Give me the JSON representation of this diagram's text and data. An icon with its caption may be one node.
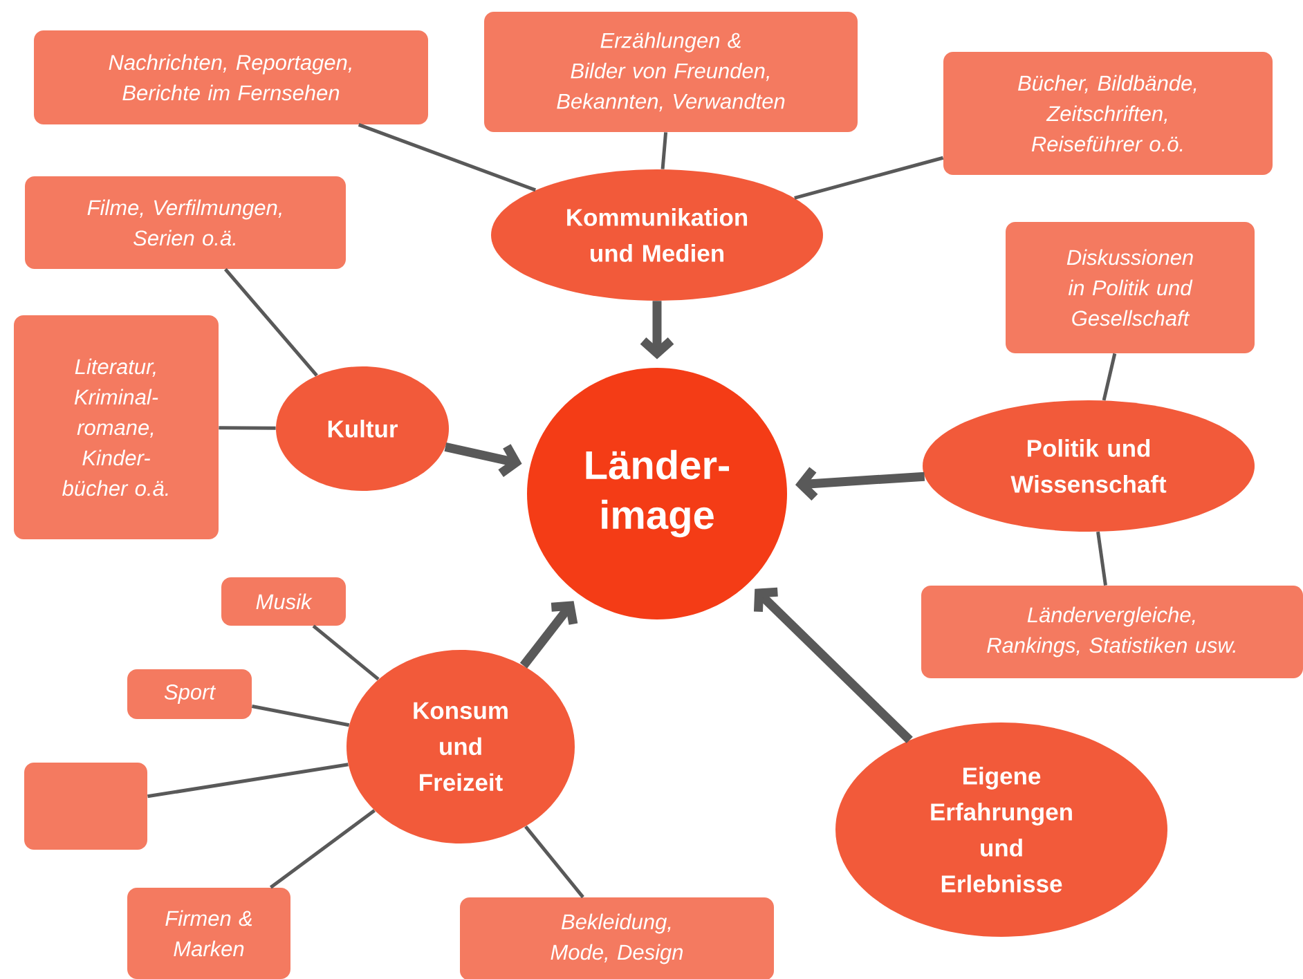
{
  "diagram": {
    "nodes": [
      {
        "text": [
          "Länder- image"
        ]
      },
      {
        "text": [
          "Kommunikation und Medien"
        ]
      },
      {
        "text": [
          "Kultur"
        ]
      },
      {
        "text": [
          "Politik und Wissenschaft"
        ]
      },
      {
        "text": [
          "Konsum und Freizeit"
        ]
      },
      {
        "text": [
          "Eigene Erfahrungen und Erlebnisse"
        ]
      },
      {
        "text": [
          "Nachrichten, Reportagen, Berichte im Fernsehen"
        ]
      },
      {
        "text": [
          "Erzählungen & Bilder von Freunden, Bekannten, Verwandten"
        ]
      },
      {
        "text": [
          "Bücher, Bildbände, Zeitschriften, Reiseführer o.ö."
        ]
      },
      {
        "text": [
          "Filme, Verfilmungen, Serien o.ä."
        ]
      },
      {
        "text": [
          "Literatur, Kriminal- romane, Kinder- bücher o.ä."
        ]
      },
      {
        "text": [
          "Diskussionen in Politik und Gesellschaft"
        ]
      },
      {
        "text": [
          "Ländervergleiche, Rankings, Statistiken usw."
        ]
      },
      {
        "text": [
          "Musik"
        ]
      },
      {
        "text": [
          "Sport"
        ]
      },
      {
        "text": [],
        "shape": "box"
      },
      {
        "text": [
          "Firmen & Marken"
        ]
      },
      {
        "text": [
          "Bekleidung, Mode, Design"
        ]
      }
    ],
    "edges": [
      {
        "from": 1,
        "to": 0,
        "arrow": "to",
        "style": "thick"
      },
      {
        "from": 2,
        "to": 0,
        "arrow": "to",
        "style": "thick"
      },
      {
        "from": 3,
        "to": 0,
        "arrow": "to",
        "style": "thick"
      },
      {
        "from": 4,
        "to": 0,
        "arrow": "to",
        "style": "thick"
      },
      {
        "from": 5,
        "to": 0,
        "arrow": "to",
        "style": "thick"
      },
      {
        "from": 6,
        "to": 1,
        "arrow": "none"
      },
      {
        "from": 7,
        "to": 1,
        "arrow": "none"
      },
      {
        "from": 8,
        "to": 1,
        "arrow": "none"
      },
      {
        "from": 9,
        "to": 2,
        "arrow": "none"
      },
      {
        "from": 10,
        "to": 2,
        "arrow": "none"
      },
      {
        "from": 11,
        "to": 3,
        "arrow": "none"
      },
      {
        "from": 12,
        "to": 3,
        "arrow": "none"
      },
      {
        "from": 13,
        "to": 4,
        "arrow": "none"
      },
      {
        "from": 14,
        "to": 4,
        "arrow": "none"
      },
      {
        "from": 15,
        "to": 4,
        "arrow": "none"
      },
      {
        "from": 16,
        "to": 4,
        "arrow": "none"
      },
      {
        "from": 17,
        "to": 4,
        "arrow": "none"
      }
    ]
  }
}
